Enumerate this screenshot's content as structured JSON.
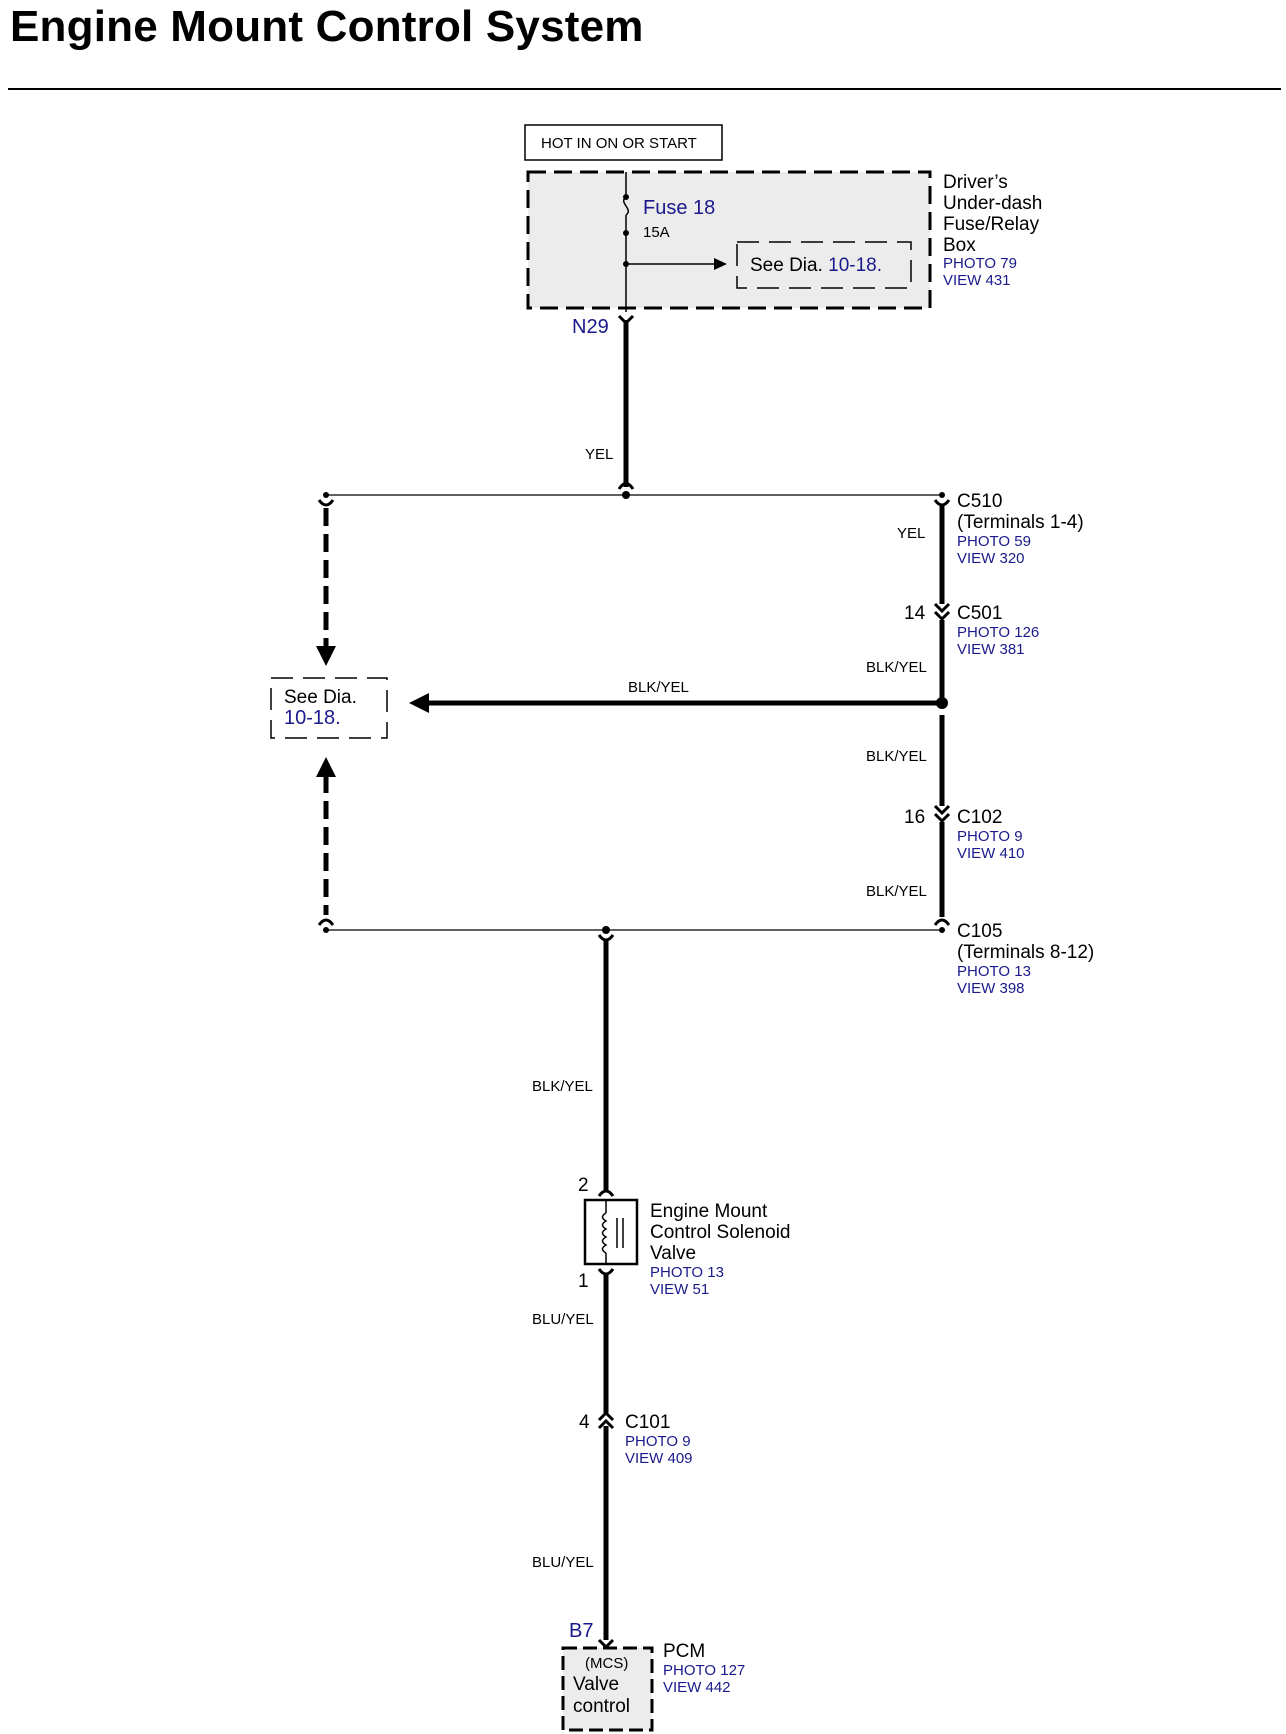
{
  "title": "Engine Mount Control System",
  "power": {
    "hot_label": "HOT IN ON OR START",
    "fuse_name": "Fuse 18",
    "fuse_rating": "15A",
    "see_dia_text": "See Dia.",
    "see_dia_ref": "10-18.",
    "box_name": [
      "Driver’s",
      "Under-dash",
      "Fuse/Relay",
      "Box"
    ],
    "box_photo": "PHOTO 79",
    "box_view": "VIEW 431",
    "terminal": "N29"
  },
  "wires": {
    "yel_top": "YEL",
    "yel_right": "YEL",
    "blk_yel_1": "BLK/YEL",
    "blk_yel_left": "BLK/YEL",
    "blk_yel_2": "BLK/YEL",
    "blk_yel_3": "BLK/YEL",
    "blk_yel_down": "BLK/YEL",
    "blu_yel_1": "BLU/YEL",
    "blu_yel_2": "BLU/YEL"
  },
  "left_ref": {
    "text": "See Dia.",
    "ref": "10-18."
  },
  "connectors": {
    "c510": {
      "name": "C510",
      "terminals": "(Terminals 1-4)",
      "photo": "PHOTO 59",
      "view": "VIEW 320"
    },
    "c501": {
      "pin": "14",
      "name": "C501",
      "photo": "PHOTO 126",
      "view": "VIEW 381"
    },
    "c102": {
      "pin": "16",
      "name": "C102",
      "photo": "PHOTO 9",
      "view": "VIEW 410"
    },
    "c105": {
      "name": "C105",
      "terminals": "(Terminals 8-12)",
      "photo": "PHOTO 13",
      "view": "VIEW 398"
    },
    "c101": {
      "pin": "4",
      "name": "C101",
      "photo": "PHOTO 9",
      "view": "VIEW 409"
    }
  },
  "solenoid": {
    "pin_top": "2",
    "pin_bottom": "1",
    "name": [
      "Engine Mount",
      "Control Solenoid",
      "Valve"
    ],
    "photo": "PHOTO 13",
    "view": "VIEW 51"
  },
  "pcm": {
    "terminal": "B7",
    "mcs": "(MCS)",
    "line1": "Valve",
    "line2": "control",
    "name": "PCM",
    "photo": "PHOTO 127",
    "view": "VIEW 442"
  }
}
